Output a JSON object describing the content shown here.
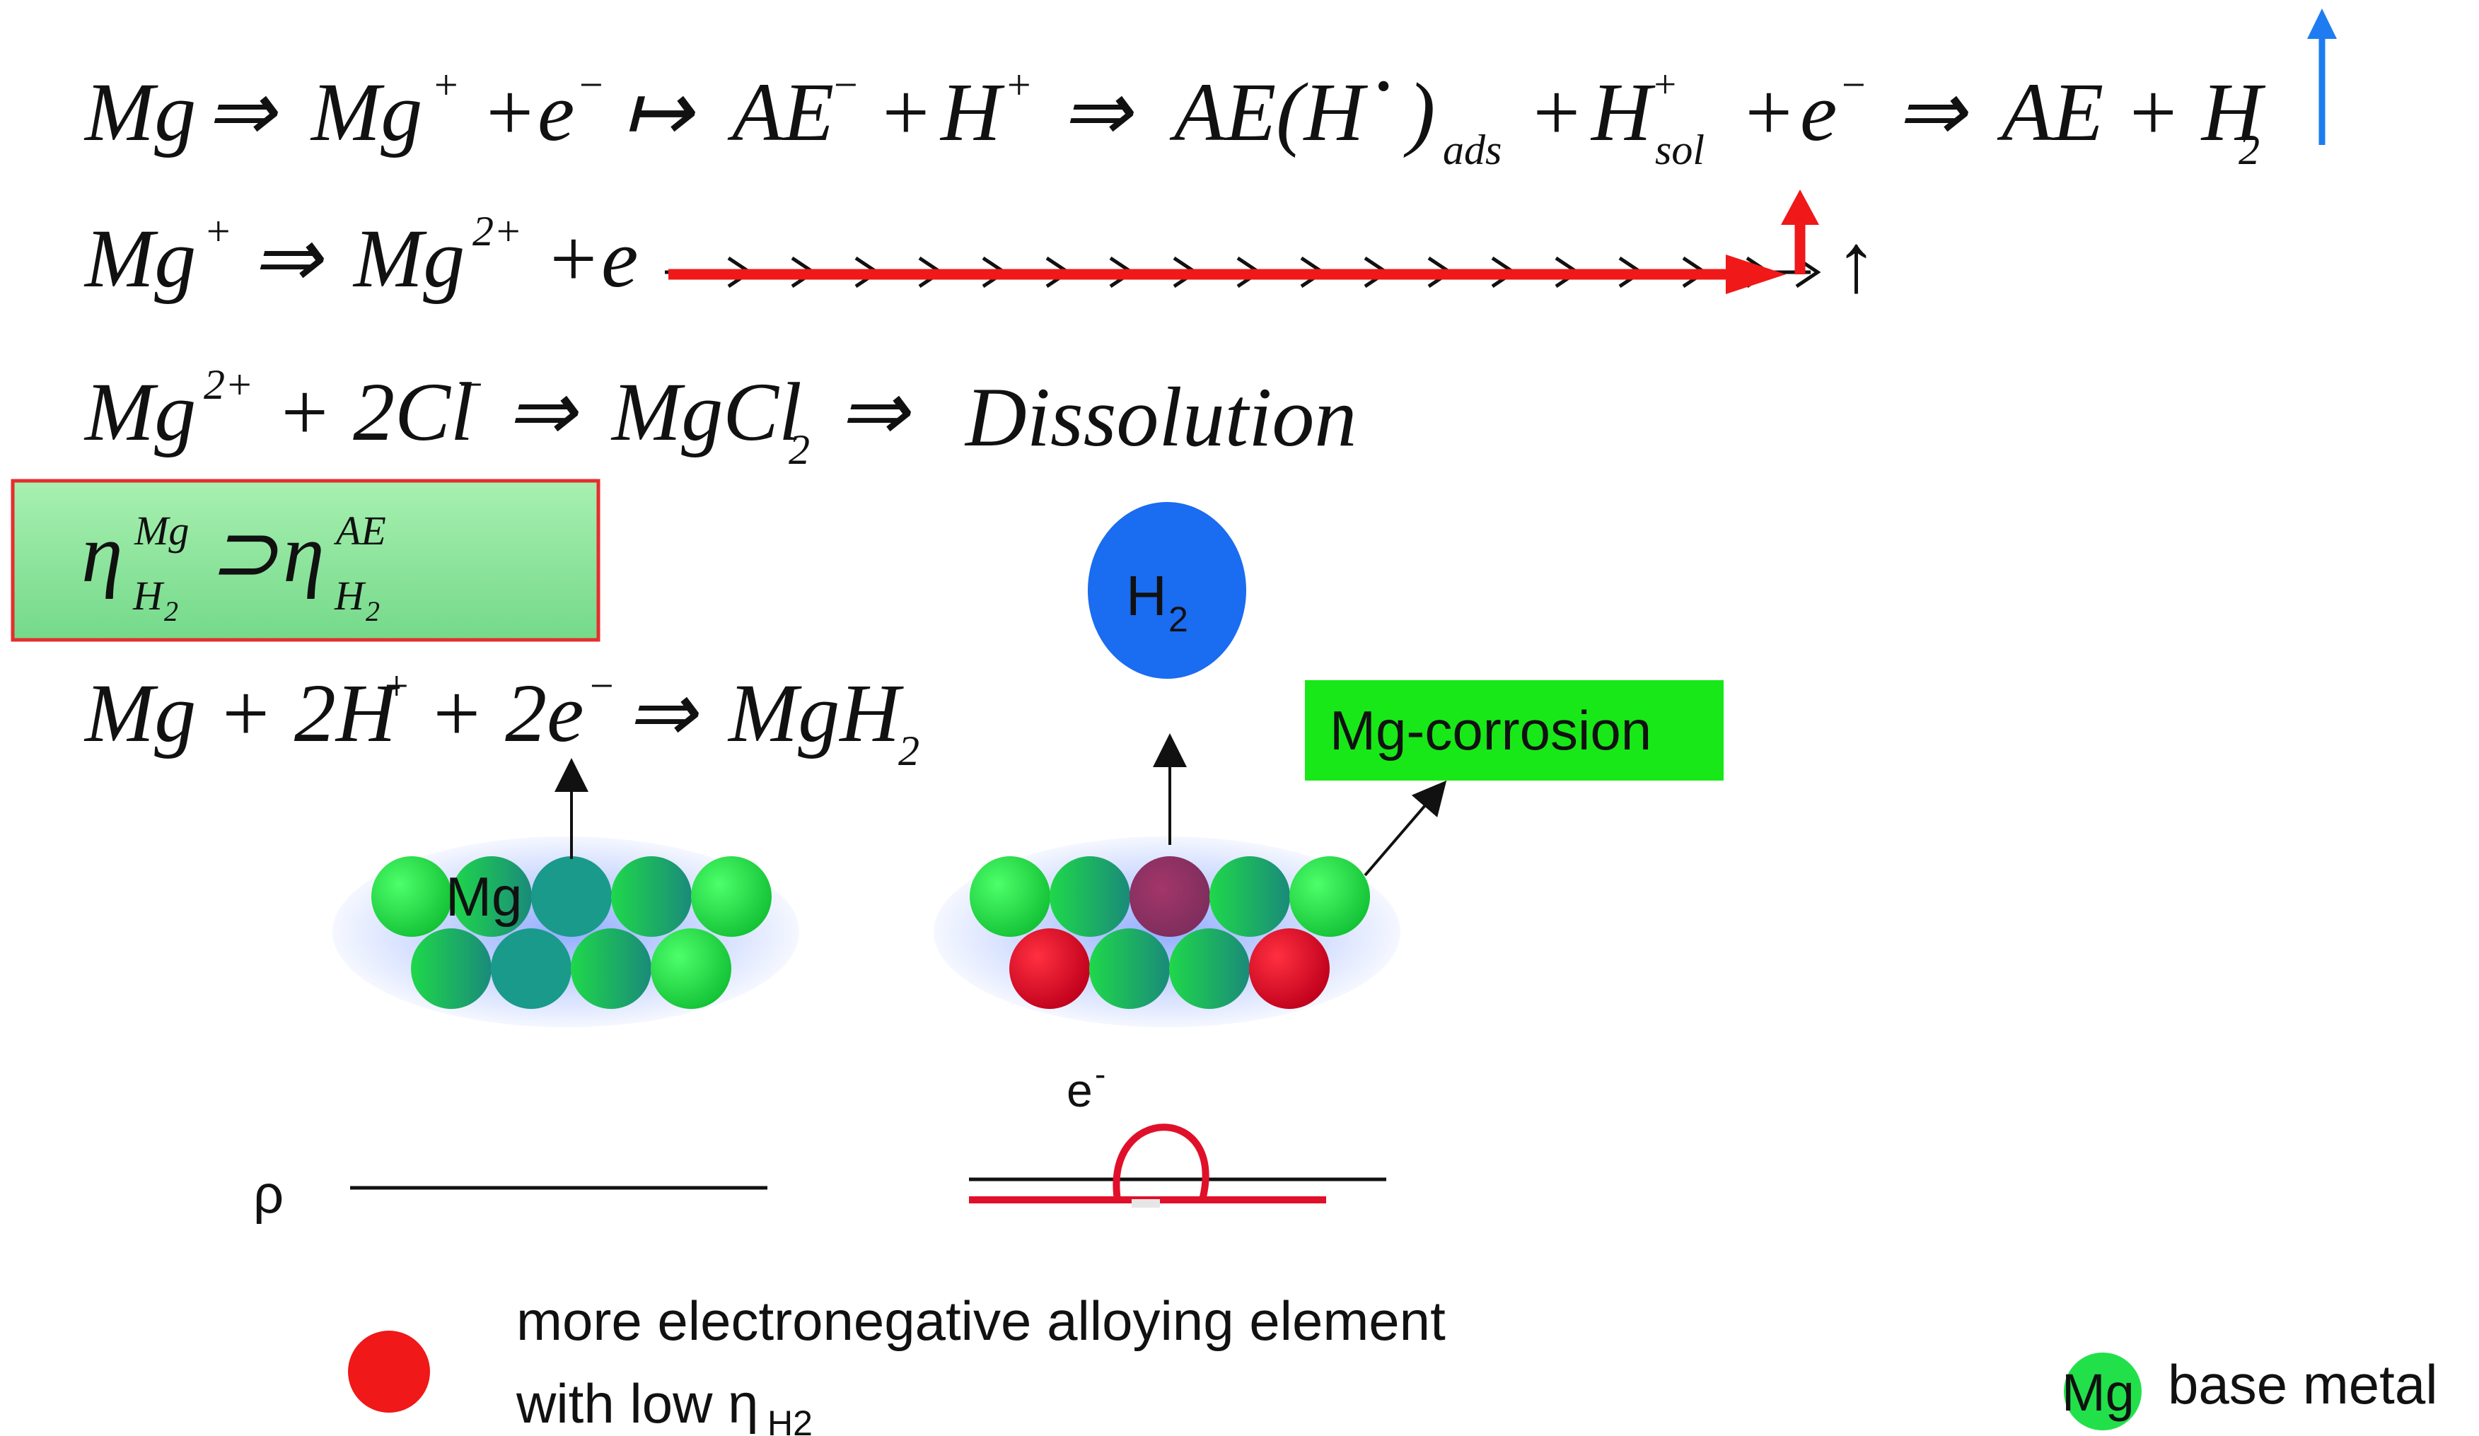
{
  "equations": {
    "line1": {
      "mg": "Mg",
      "arrow1": "⇒",
      "mg_plus": "Mg",
      "sup_plus": "+",
      "plus1": "+",
      "e1": "e",
      "sup_minus1": "−",
      "maps_to": "↦",
      "ae1": "AE",
      "sup_minus2": "−",
      "plus2": "+",
      "h": "H",
      "sup_plus2": "+",
      "arrow2": "⇒",
      "ae_open": "AE(H",
      "sup_dot": "•",
      "close": ")",
      "sub_ads": "ads",
      "plus3": "+",
      "h_sol": "H",
      "sup_plus3": "+",
      "sub_sol": "sol",
      "plus4": "+",
      "e2": "e",
      "sup_minus3": "−",
      "arrow3": "⇒",
      "ae_h2": "AE + H",
      "sub_2": "2"
    },
    "line2": {
      "mg": "Mg",
      "sup_plus": "+",
      "arrow": "⇒",
      "mg2": "Mg",
      "sup_2plus": "2+",
      "plus": "+",
      "e": "e",
      "sup_minus": "−",
      "up_arrow": "↑"
    },
    "line3": {
      "mg": "Mg",
      "sup_2plus": "2+",
      "plus_2cl": "+ 2Cl",
      "sup_minus": "−",
      "arrow1": "⇒",
      "mgcl": "MgCl",
      "sub_2": "2",
      "arrow2": "⇒",
      "dissolution": "Dissolution"
    },
    "eta_box": {
      "eta1": "η",
      "sup_mg": "Mg",
      "sub_h2_1": "H",
      "sub_h2_1_2": "2",
      "superset": "⊃",
      "eta2": "η",
      "sup_ae": "AE",
      "sub_h2_2": "H",
      "sub_h2_2_2": "2"
    },
    "line5": {
      "lhs": "Mg + 2H",
      "sup_plus": "+",
      "plus_2e": "+ 2e",
      "sup_minus": "−",
      "arrow": "⇒",
      "mgh": "MgH",
      "sub_2": "2"
    }
  },
  "labels": {
    "h2_bubble": "H",
    "h2_bubble_sub": "2",
    "mg_corrosion": "Mg-corrosion",
    "mg_atom_label": "Mg",
    "rho": "ρ",
    "electron": "e",
    "electron_sup": "-"
  },
  "legend": {
    "red_line1": "more electronegative alloying element",
    "red_line2_prefix": "with low η",
    "red_line2_sub": "H2",
    "green_symbol": "Mg",
    "green_text": "base metal"
  },
  "colors": {
    "mg_green": "#22e04a",
    "ae_red": "#e0102a",
    "h2_blue": "#1a6cf0",
    "corrosion_box": "#18e818",
    "eta_box_fill": "#8be89a",
    "eta_box_border": "#e52e2e",
    "arrow_red": "#f01818",
    "arrow_blue": "#1e7cf0"
  }
}
